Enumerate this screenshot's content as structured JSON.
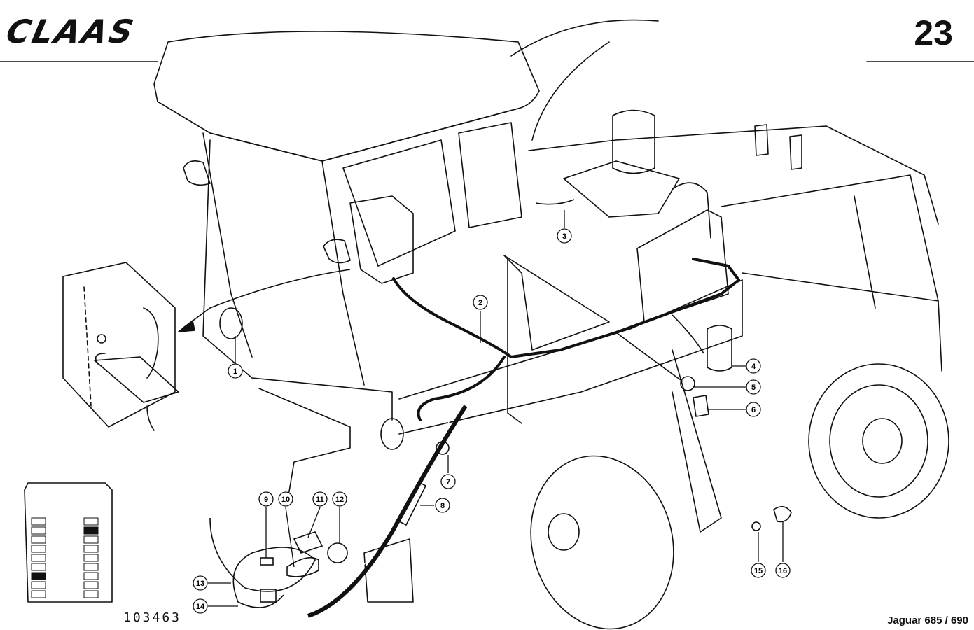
{
  "header": {
    "brand": "CLAAS",
    "page_number": "23"
  },
  "footer": {
    "drawing_number": "103463",
    "model": "Jaguar 685 / 690"
  },
  "callouts": [
    "1",
    "2",
    "3",
    "4",
    "5",
    "6",
    "7",
    "8",
    "9",
    "10",
    "11",
    "12",
    "13",
    "14",
    "15",
    "16"
  ]
}
